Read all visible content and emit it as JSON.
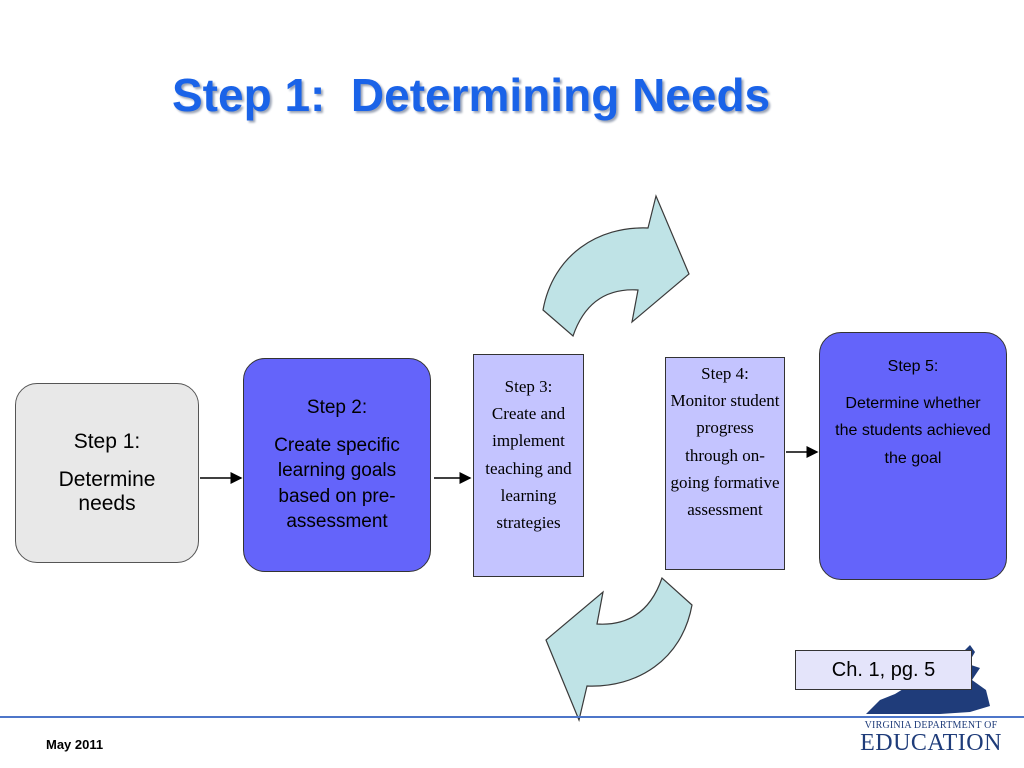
{
  "slide": {
    "title": "Step 1:  Determining Needs",
    "footer_date": "May 2011",
    "reference": "Ch. 1, pg. 5"
  },
  "steps": [
    {
      "heading": "Step 1:",
      "text": "Determine needs"
    },
    {
      "heading": "Step 2:",
      "text": "Create specific learning goals based on pre-assessment"
    },
    {
      "heading": "Step 3:",
      "text": "Create and implement teaching and learning strategies"
    },
    {
      "heading": "Step 4:",
      "text": "Monitor student progress through on-going formative assessment"
    },
    {
      "heading": "Step 5:",
      "text": "Determine whether the students achieved the goal"
    }
  ],
  "logo": {
    "line1": "VIRGINIA DEPARTMENT OF",
    "line2": "EDUCATION"
  },
  "colors": {
    "title": "#1a63e8",
    "step1_fill": "#e8e8e8",
    "step2_step5_fill": "#6464fa",
    "step3_step4_fill": "#c4c4ff",
    "curved_arrow_fill": "#bfe3e6",
    "footer_rule": "#4d76c9",
    "logo": "#1f3c7a"
  }
}
